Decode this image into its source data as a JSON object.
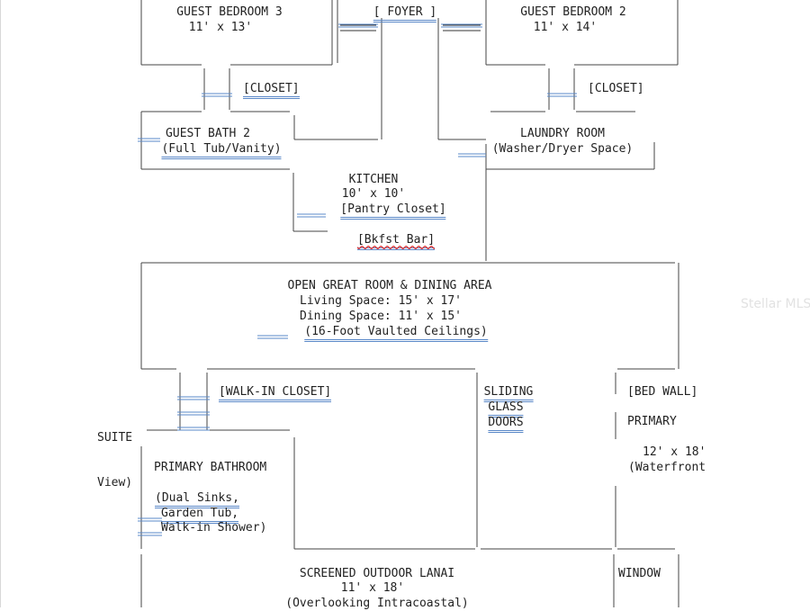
{
  "rooms": {
    "guest_bedroom_3": {
      "name": "GUEST BEDROOM 3",
      "size": "11' x 13'"
    },
    "foyer": "[ FOYER ]",
    "guest_bedroom_2": {
      "name": "GUEST BEDROOM 2",
      "size": "11' x 14'"
    },
    "closet_left": "[CLOSET]",
    "closet_right": "[CLOSET]",
    "guest_bath_2": {
      "name": "GUEST BATH 2",
      "desc": "(Full Tub/Vanity)"
    },
    "laundry_room": {
      "name": "LAUNDRY ROOM",
      "desc": "(Washer/Dryer Space)"
    },
    "kitchen": {
      "name": "KITCHEN",
      "size": "10' x 10'",
      "pantry": "[Pantry Closet]",
      "bar": "[Bkfst Bar]"
    },
    "great_room": {
      "name": "OPEN GREAT ROOM & DINING AREA",
      "living": "Living Space: 15' x 17'",
      "dining": "Dining Space: 11' x 15'",
      "ceilings": "(16-Foot Vaulted Ceilings)"
    },
    "walk_in_closet": "[WALK-IN CLOSET]",
    "sliding_doors": [
      "SLIDING",
      "GLASS",
      "DOORS"
    ],
    "primary_suite": {
      "bed_wall": "[BED WALL]",
      "label_primary": "PRIMARY",
      "label_suite": "SUITE",
      "size": "12' x 18'",
      "view_1": "(Waterfront",
      "view_2": "View)"
    },
    "primary_bath": {
      "name": "PRIMARY BATHROOM",
      "line1": "(Dual Sinks,",
      "line2": "Garden Tub,",
      "line3": "Walk-in Shower)"
    },
    "lanai": {
      "name": "SCREENED OUTDOOR LANAI",
      "size": "11' x 18'",
      "desc": "(Overlooking Intracoastal)"
    },
    "window": "WINDOW"
  },
  "watermark": "Stellar MLS",
  "colors": {
    "walls": "#333333",
    "link_underline": "#5a88c8",
    "spell_underline": "#dd3333",
    "background": "#ffffff"
  }
}
